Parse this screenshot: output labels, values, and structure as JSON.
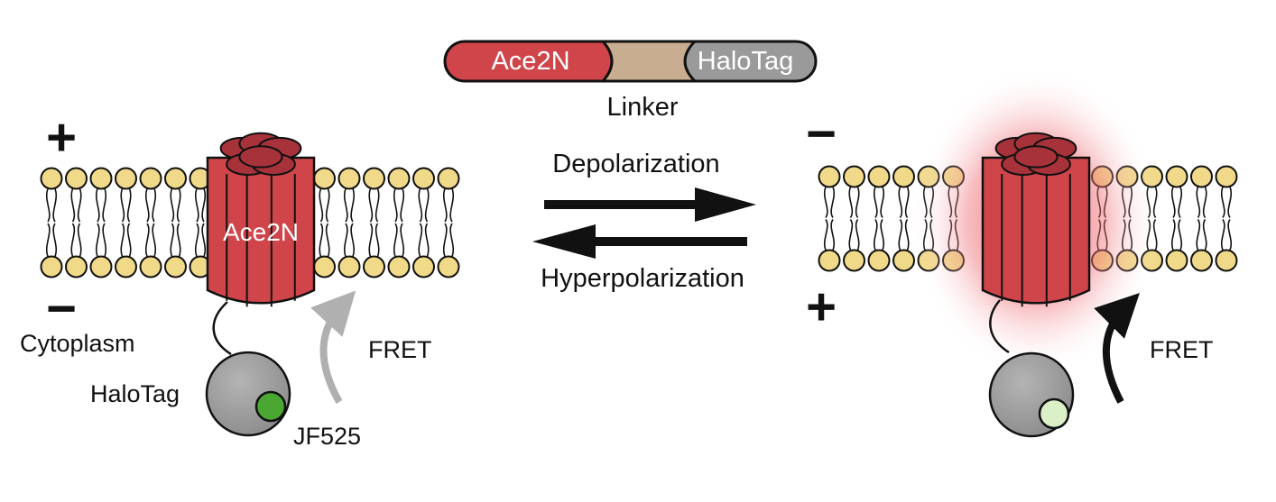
{
  "construct": {
    "ace2n_label": "Ace2N",
    "halotag_label": "HaloTag",
    "linker_label": "Linker"
  },
  "left_state": {
    "top_sign": "+",
    "bottom_sign": "−",
    "channel_label": "Ace2N",
    "cytoplasm_label": "Cytoplasm",
    "halotag_label": "HaloTag",
    "dye_label": "JF525",
    "fret_label": "FRET"
  },
  "transition": {
    "forward_label": "Depolarization",
    "reverse_label": "Hyperpolarization"
  },
  "right_state": {
    "top_sign": "−",
    "bottom_sign": "+",
    "fret_label": "FRET"
  },
  "colors": {
    "channel_red": "#d0454a",
    "channel_dark_red": "#a8323a",
    "linker_tan": "#c9ad90",
    "halotag_gray": "#9a9a9a",
    "lipid_head": "#f1d98a",
    "dye_green": "#4aa832",
    "dye_pale": "#dcf0c8",
    "glow": "#e8505a",
    "fret_gray_arrow": "#b0b0b0",
    "fret_black_arrow": "#111111"
  }
}
